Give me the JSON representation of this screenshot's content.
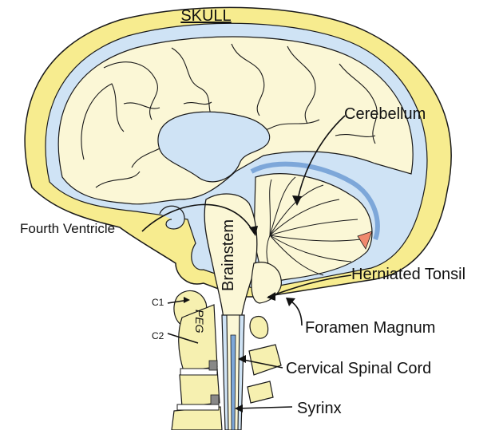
{
  "labels": {
    "skull": "SKULL",
    "cerebellum": "Cerebellum",
    "fourth_ventricle": "Fourth Ventricle",
    "brainstem": "Brainstem",
    "herniated_tonsil": "Herniated Tonsil",
    "c1": "C1",
    "c2": "C2",
    "peg": "PEG",
    "foramen_magnum": "Foramen Magnum",
    "cervical_spinal_cord": "Cervical Spinal Cord",
    "syrinx": "Syrinx"
  },
  "colors": {
    "skull": "#f7ec8f",
    "csf": "#cfe3f5",
    "brain": "#fbf7d6",
    "bone": "#f6f0b0",
    "tonsil_accent": "#f08a6e",
    "outline": "#1a1a1a"
  }
}
